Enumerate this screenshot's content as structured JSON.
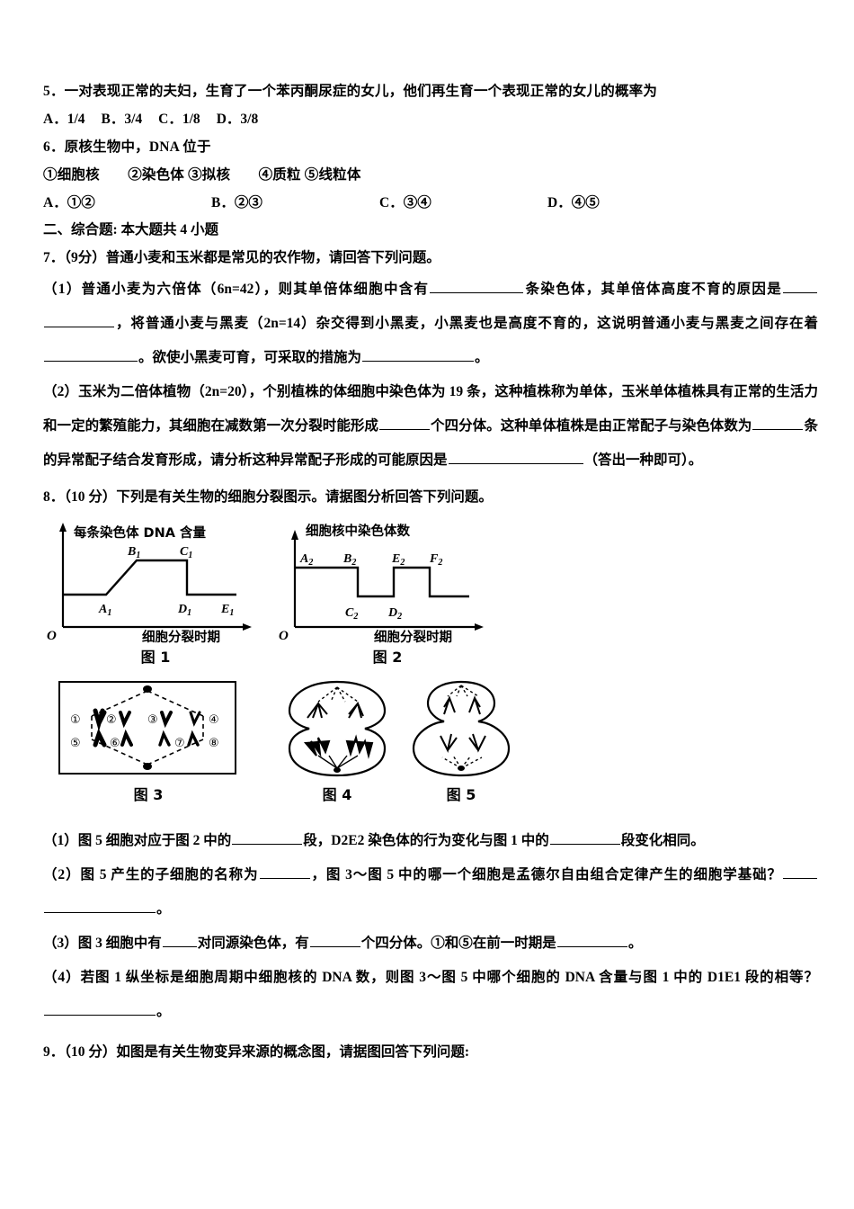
{
  "document": {
    "type": "exam-paper",
    "subject": "biology"
  },
  "q5": {
    "number": "5",
    "stem": "．一对表现正常的夫妇，生育了一个苯丙酮尿症的女儿，他们再生育一个表现正常的女儿的概率为",
    "options": [
      "A．1/4",
      "B．3/4",
      "C．1/8",
      "D．3/8"
    ]
  },
  "q6": {
    "number": "6",
    "stem": "．原核生物中，DNA 位于",
    "items": "①细胞核　　②染色体 ③拟核　　④质粒 ⑤线粒体",
    "options": [
      "A．①②",
      "B．②③",
      "C．③④",
      "D．④⑤"
    ]
  },
  "section2": {
    "heading": "二、综合题: 本大题共 4 小题"
  },
  "q7": {
    "number": "7",
    "score": "（9分）",
    "stem": "普通小麦和玉米都是常见的农作物，请回答下列问题。",
    "part1": {
      "label": "（1）",
      "t1": "普通小麦为六倍体（6n=42），则其单倍体细胞中含有",
      "t2": "条染色体，其单倍体高度不育的原因是",
      "t3": "，将普通小麦与黑麦（2n=14）杂交得到小黑麦，小黑麦也是高度不育的，这说明普通小麦与黑麦之间存在着",
      "t4": "。欲使小黑麦可育，可采取的措施为",
      "t5": "。"
    },
    "part2": {
      "label": "（2）",
      "t1": "玉米为二倍体植物（2n=20），个别植株的体细胞中染色体为 19 条，这种植株称为单体，玉米单体植株具有正常的生活力和一定的繁殖能力，其细胞在减数第一次分裂时能形成",
      "t2": "个四分体。这种单体植株是由正常配子与染色体数为",
      "t3": "条的异常配子结合发育形成，请分析这种异常配子形成的可能原因是",
      "t4": "（答出一种即可）。"
    }
  },
  "q8": {
    "number": "8",
    "score": "（10 分）",
    "stem": "下列是有关生物的细胞分裂图示。请据图分析回答下列问题。",
    "part1": {
      "label": "（1）",
      "t1": "图 5 细胞对应于图 2 中的",
      "t2": "段，D2E2 染色体的行为变化与图 1 中的",
      "t3": "段变化相同。"
    },
    "part2": {
      "label": "（2）",
      "t1": "图 5 产生的子细胞的名称为",
      "t2": "，图 3～图 5 中的哪一个细胞是孟德尔自由组合定律产生的细胞学基础？",
      "t3": "。"
    },
    "part3": {
      "label": "（3）",
      "t1": "图 3 细胞中有",
      "t2": "对同源染色体，有",
      "t3": "个四分体。①和⑤在前一时期是",
      "t4": "。"
    },
    "part4": {
      "label": "（4）",
      "t1": "若图 1 纵坐标是细胞周期中细胞核的 DNA 数，则图 3～图 5 中哪个细胞的 DNA 含量与图 1 中的 D1E1 段的相等？",
      "t2": "。"
    }
  },
  "q9": {
    "number": "9",
    "score": "（10 分）",
    "stem": "如图是有关生物变异来源的概念图，请据图回答下列问题:"
  },
  "figures": {
    "fig1": {
      "caption": "图 1",
      "y_axis_label": "每条染色体 DNA 含量",
      "x_axis_label": "细胞分裂时期",
      "origin_label": "O",
      "point_labels": [
        "A",
        "B",
        "C",
        "D",
        "E"
      ],
      "point_subscript": "1"
    },
    "fig2": {
      "caption": "图 2",
      "y_axis_label": "细胞核中染色体数",
      "x_axis_label": "细胞分裂时期",
      "origin_label": "O",
      "point_labels": [
        "A",
        "B",
        "C",
        "D",
        "E",
        "F"
      ],
      "point_subscript": "2"
    },
    "fig3": {
      "caption": "图 3",
      "chromosome_labels": [
        "①",
        "②",
        "③",
        "④",
        "⑤",
        "⑥",
        "⑦",
        "⑧"
      ]
    },
    "fig4": {
      "caption": "图 4"
    },
    "fig5": {
      "caption": "图 5"
    }
  },
  "chart_data": [
    {
      "type": "line",
      "title": "图 1",
      "xlabel": "细胞分裂时期",
      "ylabel": "每条染色体 DNA 含量",
      "x": [
        0,
        22,
        52,
        78,
        78,
        112
      ],
      "y": [
        1,
        1,
        2,
        2,
        1,
        1
      ],
      "annotations": [
        {
          "label": "A1",
          "x": 22,
          "y": 1
        },
        {
          "label": "B1",
          "x": 52,
          "y": 2
        },
        {
          "label": "C1",
          "x": 78,
          "y": 2
        },
        {
          "label": "D1",
          "x": 78,
          "y": 1
        },
        {
          "label": "E1",
          "x": 112,
          "y": 1
        }
      ],
      "ylim": [
        0,
        2.6
      ],
      "grid": false,
      "legend": false
    },
    {
      "type": "line",
      "title": "图 2",
      "xlabel": "细胞分裂时期",
      "ylabel": "细胞核中染色体数",
      "x": [
        0,
        0,
        42,
        42,
        72,
        72,
        100,
        100,
        140
      ],
      "y": [
        0,
        2,
        2,
        1,
        1,
        2,
        2,
        1,
        1
      ],
      "annotations": [
        {
          "label": "A2",
          "x": 4,
          "y": 2
        },
        {
          "label": "B2",
          "x": 42,
          "y": 2
        },
        {
          "label": "C2",
          "x": 42,
          "y": 1
        },
        {
          "label": "D2",
          "x": 72,
          "y": 1
        },
        {
          "label": "E2",
          "x": 72,
          "y": 2
        },
        {
          "label": "F2",
          "x": 100,
          "y": 2
        }
      ],
      "ylim": [
        0,
        2.6
      ],
      "grid": false,
      "legend": false
    }
  ]
}
